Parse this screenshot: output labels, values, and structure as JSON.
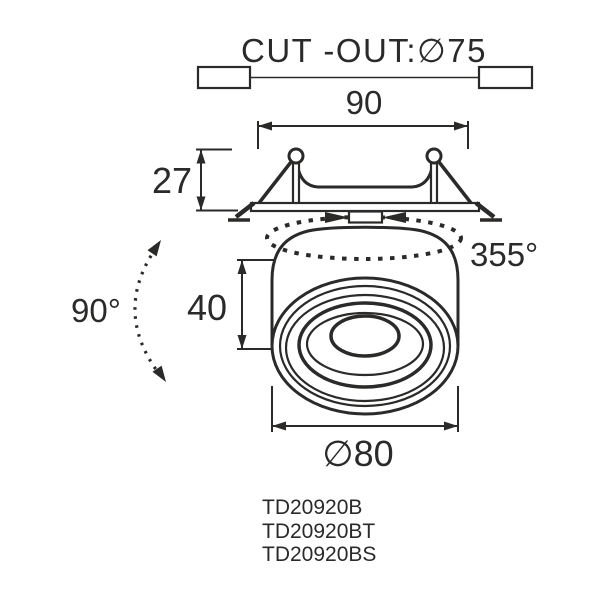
{
  "title": "CUT -OUT:∅75",
  "dimensions": {
    "top_width": "90",
    "recess_depth": "27",
    "body_height": "40",
    "rotation_angle": "355°",
    "tilt_angle": "90°",
    "body_diameter": "∅80"
  },
  "product_codes": [
    "TD20920B",
    "TD20920BT",
    "TD20920BS"
  ],
  "colors": {
    "line": "#2b2a29",
    "background": "#ffffff"
  }
}
